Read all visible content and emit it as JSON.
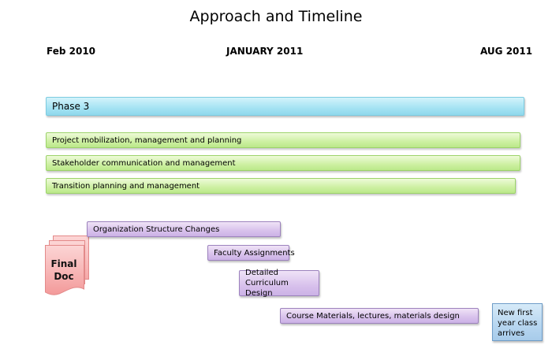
{
  "title": "Approach and Timeline",
  "dates": {
    "start": "Feb 2010",
    "middle": "JANUARY 2011",
    "end": "AUG 2011"
  },
  "phase": {
    "label": "Phase 3"
  },
  "workstreams": [
    "Project mobilization, management and planning",
    "Stakeholder communication and management",
    "Transition planning and management"
  ],
  "activities": [
    "Organization Structure Changes",
    "Faculty Assignments",
    "Detailed Curriculum Design",
    "Course Materials, lectures, materials design"
  ],
  "milestone": {
    "label": "New first year class arrives"
  },
  "deliverable": {
    "line1": "Final",
    "line2": "Doc"
  },
  "colors": {
    "phase": "#a5e3f3",
    "workstream": "#cdf0a2",
    "activity": "#d8c1ec",
    "milestone": "#b7d6f0",
    "document": "#f6a9a9"
  }
}
